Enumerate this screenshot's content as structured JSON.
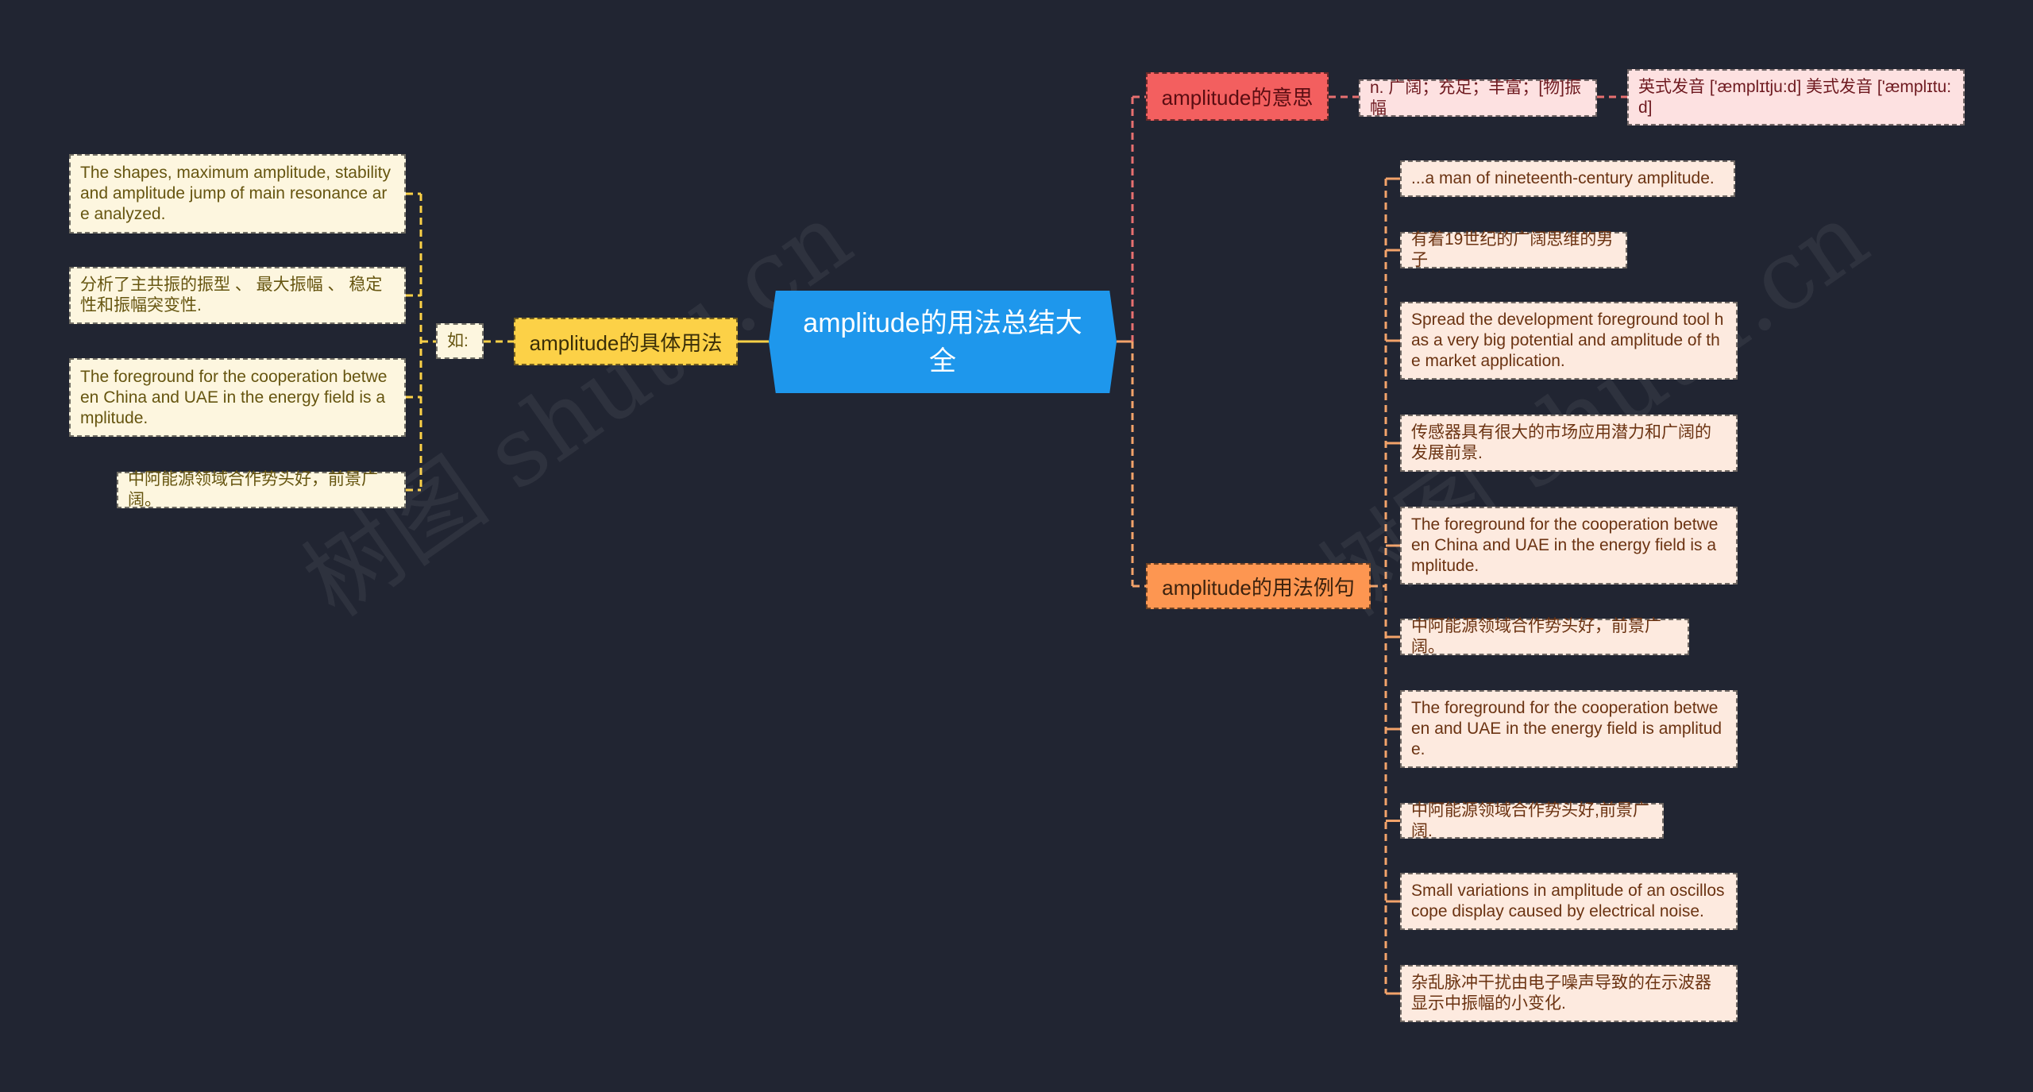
{
  "watermark": "树图 shutu.cn",
  "root": {
    "label": "amplitude的用法总结大全",
    "color": "#1e97ec"
  },
  "branches": {
    "meaning": {
      "label": "amplitude的意思",
      "color": "#f35f5f",
      "definition": "n. 广阔；充足；丰富；[物]振幅",
      "pronunciation": "英式发音 ['æmplɪtju:d] 美式发音 ['æmplɪtu:d]"
    },
    "examples": {
      "label": "amplitude的用法例句",
      "color": "#fd9651",
      "items": [
        "...a man of nineteenth-century amplitude.",
        "有着19世纪的广阔思维的男子",
        "Spread the development foreground tool has a very big potential and amplitude of the market application.",
        "传感器具有很大的市场应用潜力和广阔的发展前景.",
        "The foreground for the cooperation between China and UAE in the energy field is amplitude.",
        "中阿能源领域合作势头好，前景广阔。",
        "The foreground for the cooperation between and UAE in the energy field is amplitude.",
        "中阿能源领域合作势头好,前景广阔.",
        "Small variations in amplitude of an oscilloscope display caused by electrical noise.",
        "杂乱脉冲干扰由电子噪声导致的在示波器显示中振幅的小变化."
      ]
    },
    "usage": {
      "label": "amplitude的具体用法",
      "color": "#fcd147",
      "sub_label": "如:",
      "items": [
        "The shapes, maximum amplitude, stability and amplitude jump of main resonance are analyzed.",
        "分析了主共振的振型 、 最大振幅 、 稳定性和振幅突变性.",
        "The foreground for the cooperation between China and UAE in the energy field is amplitude.",
        "中阿能源领域合作势头好，前景广阔。"
      ]
    }
  }
}
